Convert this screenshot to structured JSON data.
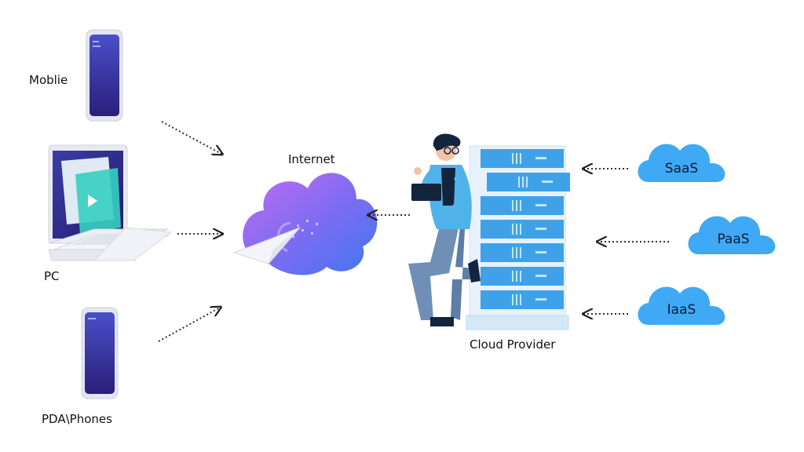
{
  "devices": {
    "mobile_label": "Moblie",
    "pc_label": "PC",
    "pda_label": "PDA\\Phones"
  },
  "internet": {
    "label": "Internet"
  },
  "provider": {
    "label": "Cloud Provider"
  },
  "services": [
    {
      "label": "SaaS"
    },
    {
      "label": "PaaS"
    },
    {
      "label": "IaaS"
    }
  ],
  "colors": {
    "service_cloud": "#3fa9f5",
    "phone_screen_top": "#4a4fc9",
    "phone_screen_bottom": "#2a1f7a",
    "internet_cloud_top": "#c06df0",
    "internet_cloud_bottom": "#4a6cf0",
    "server_body": "#d9ecfb",
    "server_slot": "#3fa2e8",
    "person_shirt": "#4fb3ea",
    "person_pants": "#6f8fb6"
  }
}
